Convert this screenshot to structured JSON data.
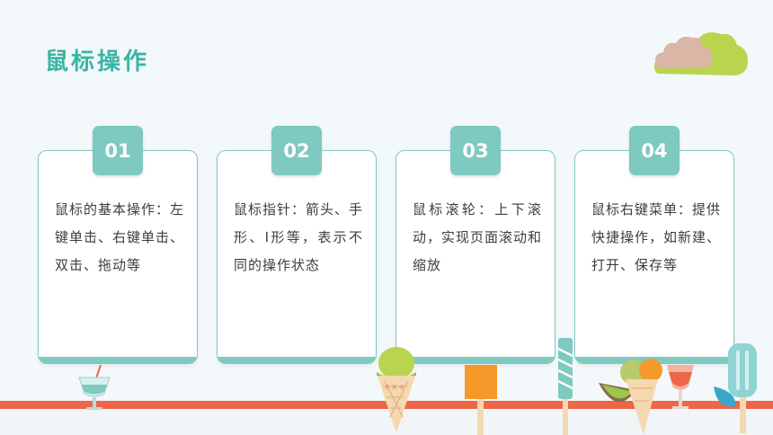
{
  "slide": {
    "title": "鼠标操作",
    "accent_color": "#7ec9c0",
    "title_color": "#3ab5a4",
    "ground_color": "#ee6647"
  },
  "cards": [
    {
      "number": "01",
      "text": "鼠标的基本操作：左键单击、右键单击、双击、拖动等"
    },
    {
      "number": "02",
      "text": "鼠标指针：箭头、手形、I形等，表示不同的操作状态"
    },
    {
      "number": "03",
      "text": "鼠标滚轮：上下滚动，实现页面滚动和缩放"
    },
    {
      "number": "04",
      "text": "鼠标右键菜单：提供快捷操作，如新建、打开、保存等"
    }
  ],
  "decorations": {
    "icons": [
      "cloud-icon",
      "drink-glass-icon",
      "ice-cream-cone-icon",
      "orange-popsicle-icon",
      "striped-popsicle-icon",
      "ice-cream-group-icon",
      "blue-popsicle-icon"
    ]
  }
}
